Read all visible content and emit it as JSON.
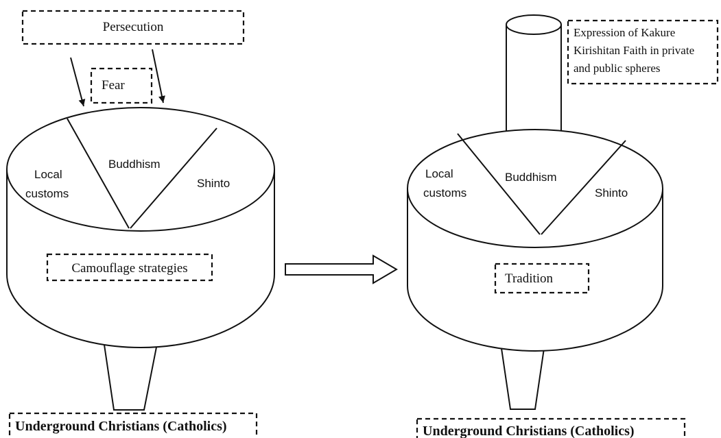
{
  "left_panel": {
    "persecution_label": "Persecution",
    "fear_label": "Fear",
    "sectors": {
      "local_customs_line1": "Local",
      "local_customs_line2": "customs",
      "buddhism": "Buddhism",
      "shinto": "Shinto"
    },
    "center_label": "Camouflage strategies",
    "output_label": "Underground Christians (Catholics)"
  },
  "right_panel": {
    "expression_line1": "Expression of Kakure",
    "expression_line2": "Kirishitan Faith in private",
    "expression_line3": "and public spheres",
    "sectors": {
      "local_customs_line1": "Local",
      "local_customs_line2": "customs",
      "buddhism": "Buddhism",
      "shinto": "Shinto"
    },
    "center_label": "Tradition",
    "output_label": "Underground Christians (Catholics)"
  }
}
